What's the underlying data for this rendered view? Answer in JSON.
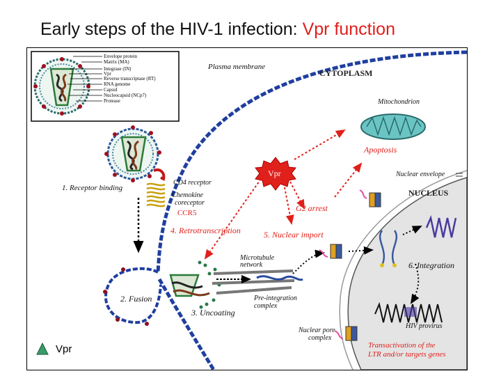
{
  "title": {
    "prefix": "Early steps of the HIV-1 infection: ",
    "accent": "Vpr function"
  },
  "inset_labels": [
    "Envelope protein",
    "Matrix (MA)",
    "Integrase (IN)",
    "Vpr",
    "Reverse transcriptase (RT)",
    "RNA genome",
    "Capsid",
    "Nucleocapsid (NCp7)",
    "Protease"
  ],
  "labels": {
    "plasma_membrane": "Plasma membrane",
    "cytoplasm": "CYTOPLASM",
    "mitochondrion": "Mitochondrion",
    "apoptosis": "Apoptosis",
    "vpr": "Vpr",
    "nuclear_envelope": "Nuclear envelope",
    "nucleus": "NUCLEUS",
    "g2_arrest": "G2 arrest",
    "nuclear_import": "5. Nuclear import",
    "retrotranscription": "4. Retrotranscription",
    "receptor_binding": "1. Receptor binding",
    "cd4_receptor": "CD4 receptor",
    "chemokine_1": "Chemokine",
    "chemokine_2": "coreceptor",
    "ccr5": "CCR5",
    "microtubule_1": "Microtubule",
    "microtubule_2": "network",
    "preint_1": "Pre-integration",
    "preint_2": "complex",
    "fusion": "2. Fusion",
    "uncoating": "3. Uncoating",
    "integration": "6. Integration",
    "hiv_provirus": "HIV provirus",
    "nuclear_pore_1": "Nuclear pore",
    "nuclear_pore_2": "complex",
    "transactivation_1": "Transactivation of the",
    "transactivation_2": "LTR and/or targets genes"
  },
  "legend": {
    "label": "Vpr"
  },
  "colors": {
    "accent": "#e0201b",
    "membrane": "#1f3f9f",
    "nucleus_fill": "#e4e4e4",
    "mito": "#6bc4c4",
    "vpr_triangle": "#3a9a6a"
  }
}
